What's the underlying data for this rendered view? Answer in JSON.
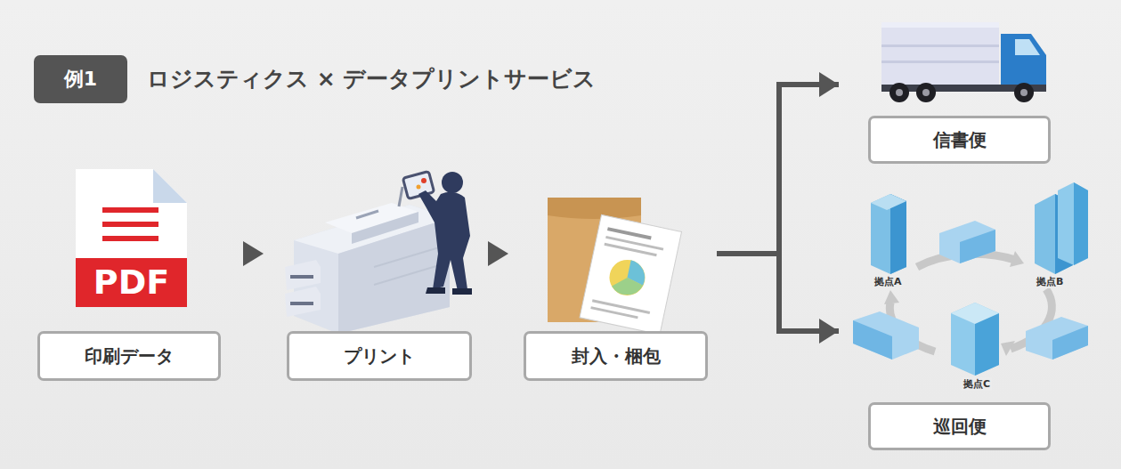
{
  "diagram": {
    "title": "ロジスティクス × データプリントサービス",
    "nodes": [
      {
        "text": [
          "例1"
        ]
      },
      {
        "text": [
          "印刷データ"
        ]
      },
      {
        "text": [
          "プリント"
        ]
      },
      {
        "text": [
          "封入・梱包"
        ]
      },
      {
        "text": [
          "信書便"
        ]
      },
      {
        "text": [
          "巡回便"
        ]
      }
    ],
    "edges": [
      {
        "from": 1,
        "to": 2,
        "arrow": "to"
      },
      {
        "from": 2,
        "to": 3,
        "arrow": "to"
      },
      {
        "from": 3,
        "to": 4,
        "arrow": "to"
      },
      {
        "from": 3,
        "to": 5,
        "arrow": "to"
      }
    ],
    "labels": [
      "PDF",
      "拠点A",
      "拠点B",
      "拠点C"
    ]
  }
}
